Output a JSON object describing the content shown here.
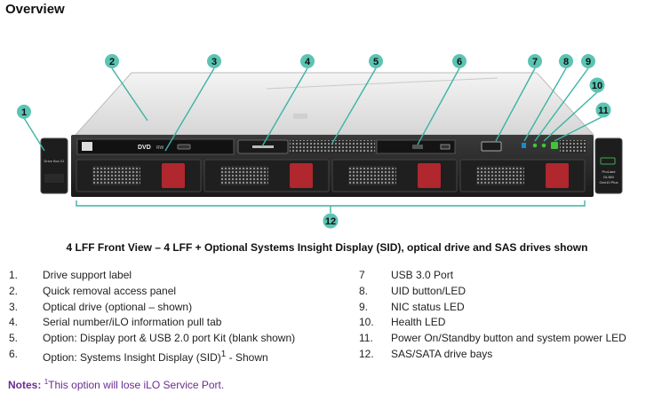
{
  "title": "Overview",
  "caption": "4 LFF Front View – 4 LFF + Optional Systems Insight Display (SID), optical drive and SAS drives shown",
  "callouts": [
    "1",
    "2",
    "3",
    "4",
    "5",
    "6",
    "7",
    "8",
    "9",
    "10",
    "11",
    "12"
  ],
  "device_labels": {
    "drive_box": "Drive Box 01",
    "dvd": "DVD",
    "dvd_sub": "RW",
    "brand": "ProLiant",
    "model": "DL360",
    "gen": "Gen10 Plus"
  },
  "legend_left": [
    {
      "num": "1.",
      "text": "Drive support label"
    },
    {
      "num": "2.",
      "text": "Quick removal access panel"
    },
    {
      "num": "3.",
      "text": "Optical drive (optional – shown)"
    },
    {
      "num": "4.",
      "text": "Serial number/iLO information pull tab"
    },
    {
      "num": "5.",
      "text": "Option: Display port & USB 2.0 port Kit (blank shown)"
    },
    {
      "num": "6.",
      "text": "Option: Systems Insight Display (SID)",
      "sup": "1",
      "suffix": " - Shown"
    }
  ],
  "legend_right": [
    {
      "num": "7",
      "text": "USB 3.0 Port"
    },
    {
      "num": "8.",
      "text": "UID button/LED"
    },
    {
      "num": "9.",
      "text": "NIC status LED"
    },
    {
      "num": "10.",
      "text": "Health LED"
    },
    {
      "num": "11.",
      "text": "Power On/Standby button and system power LED"
    },
    {
      "num": "12.",
      "text": "SAS/SATA drive bays"
    }
  ],
  "notes": {
    "label": "Notes:",
    "sup": "1",
    "text": "This option will lose iLO Service Port."
  },
  "colors": {
    "teal": "#3cb4a4",
    "callout_fill": "#5bc4b3",
    "drive_red": "#b0272d",
    "led_green": "#44c23a",
    "led_blue": "#1c8ac6"
  }
}
